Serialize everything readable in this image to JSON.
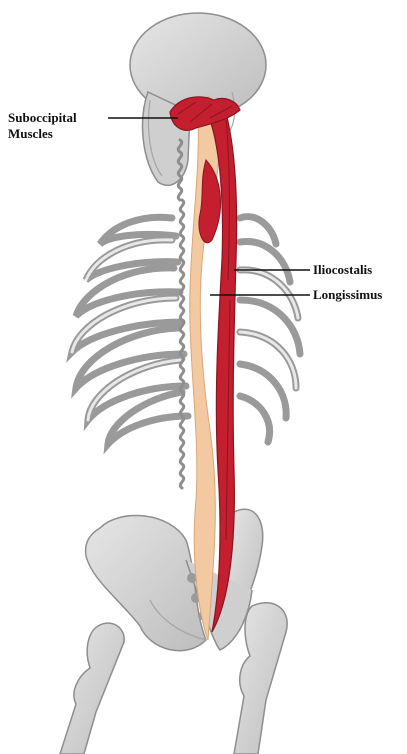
{
  "labels": {
    "suboccipital_line1": "Suboccipital",
    "suboccipital_line2": "Muscles",
    "iliocostalis": "Iliocostalis",
    "longissimus": "Longissimus"
  },
  "colors": {
    "bone_fill": "#d6d6d6",
    "bone_stroke": "#8e8e8e",
    "muscle_red": "#c41f2e",
    "muscle_dark": "#8c1420",
    "tendon": "#f2c9a0",
    "leader": "#111111"
  }
}
